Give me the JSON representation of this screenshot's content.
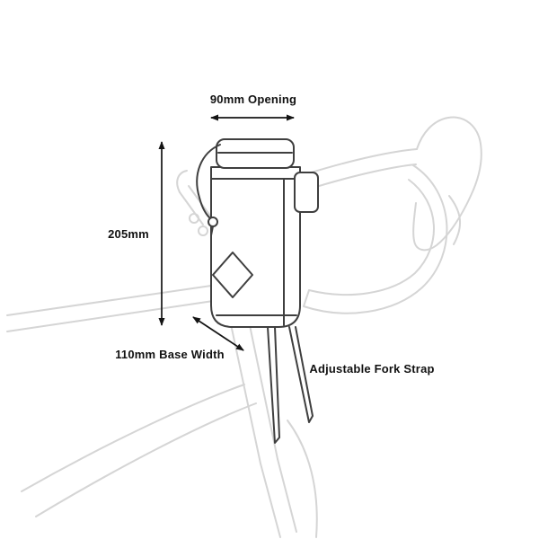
{
  "diagram": {
    "name": "handlebar-bag-dimensions-diagram",
    "annotations": {
      "opening_label": "90mm Opening",
      "height_label": "205mm",
      "base_width_label": "110mm Base Width",
      "fork_strap_label": "Adjustable Fork Strap"
    },
    "colors": {
      "background": "#ffffff",
      "line_light": "#d5d5d5",
      "line_dark": "#3f3f3f",
      "annotation": "#141414",
      "text": "#111111"
    }
  }
}
